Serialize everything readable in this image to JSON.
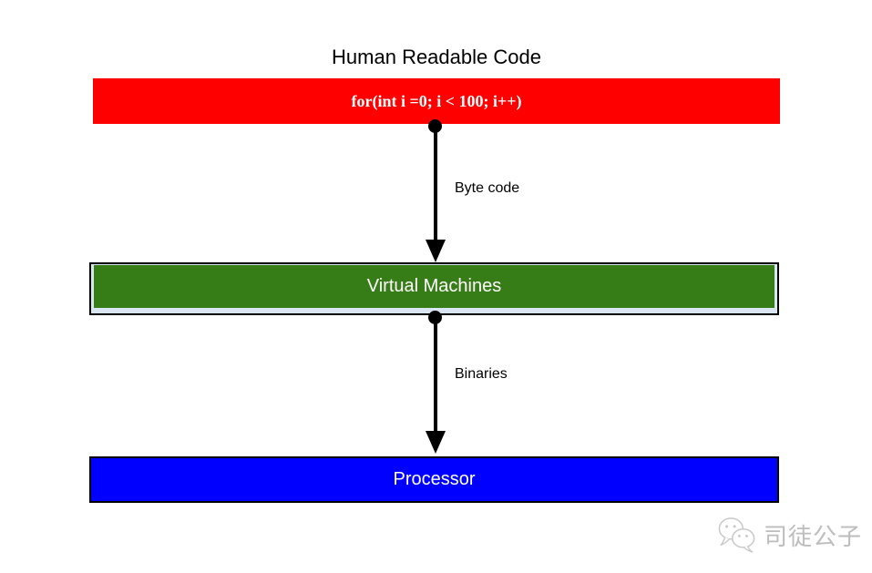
{
  "diagram": {
    "title": "Human Readable Code",
    "nodes": {
      "source_code": {
        "label": "for(int i =0; i < 100; i++)",
        "color": "#ff0000"
      },
      "virtual_machines": {
        "label": "Virtual Machines",
        "color": "#377d17"
      },
      "processor": {
        "label": "Processor",
        "color": "#0000ff"
      }
    },
    "edges": {
      "byte_code": {
        "label": "Byte code"
      },
      "binaries": {
        "label": "Binaries"
      }
    }
  },
  "watermark": {
    "text": "司徒公子",
    "icon": "wechat-icon",
    "color": "#bdbdbd"
  }
}
